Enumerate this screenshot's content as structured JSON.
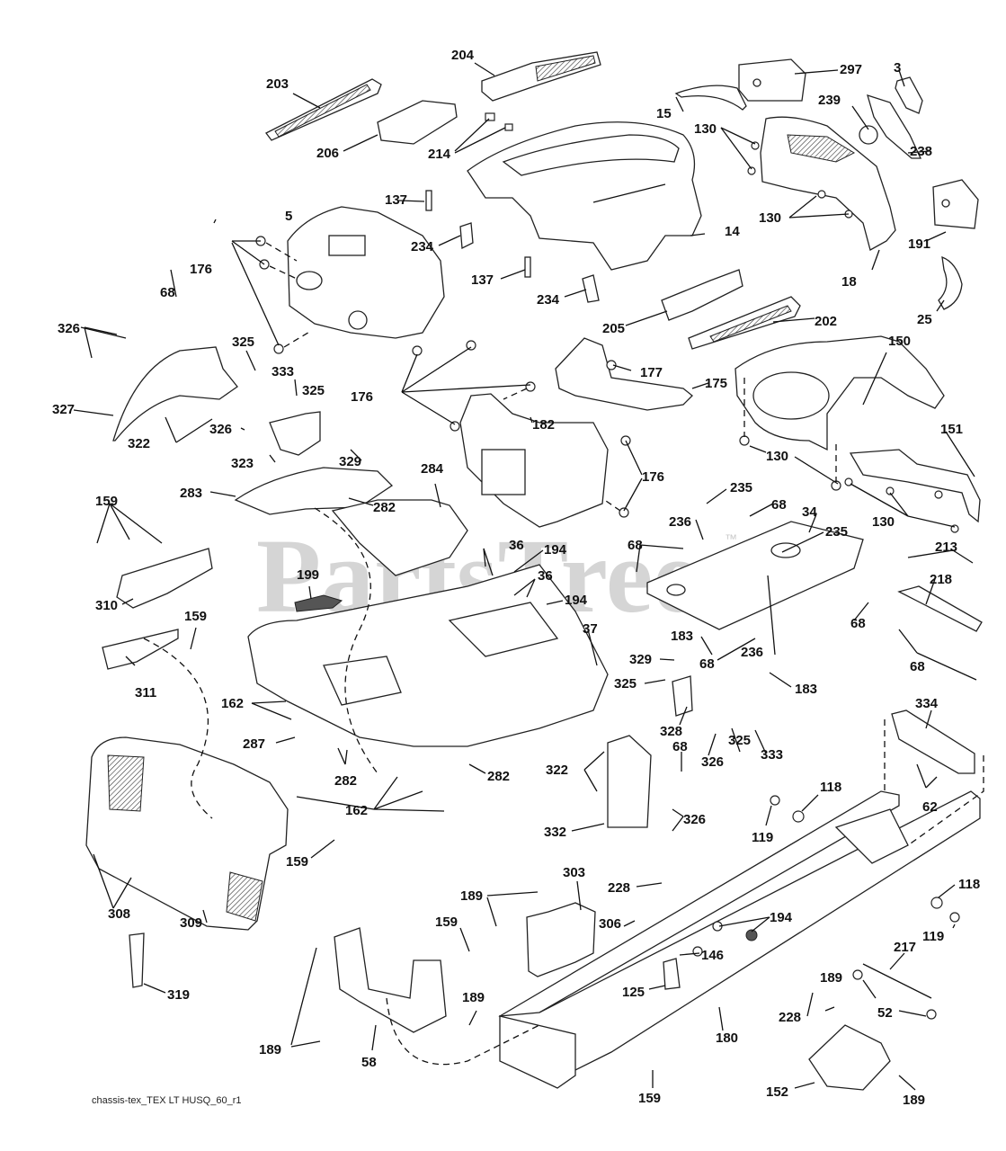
{
  "diagram": {
    "title": "Chassis / Enclosures exploded parts diagram",
    "caption": "chassis-tex_TEX LT HUSQ_60_r1",
    "watermark": {
      "text": "PartsTree",
      "trademark": "™",
      "color": "#c8c8c8"
    },
    "colors": {
      "line": "#111111",
      "background": "#ffffff"
    },
    "callouts": [
      {
        "id": "c203",
        "label": "203"
      },
      {
        "id": "c204",
        "label": "204"
      },
      {
        "id": "c206",
        "label": "206"
      },
      {
        "id": "c214",
        "label": "214"
      },
      {
        "id": "c297",
        "label": "297"
      },
      {
        "id": "c3",
        "label": "3"
      },
      {
        "id": "c15",
        "label": "15"
      },
      {
        "id": "c239",
        "label": "239"
      },
      {
        "id": "c130a",
        "label": "130"
      },
      {
        "id": "c238",
        "label": "238"
      },
      {
        "id": "c137a",
        "label": "137"
      },
      {
        "id": "c5",
        "label": "5"
      },
      {
        "id": "c130b",
        "label": "130"
      },
      {
        "id": "c191",
        "label": "191"
      },
      {
        "id": "c234a",
        "label": "234"
      },
      {
        "id": "c14",
        "label": "14"
      },
      {
        "id": "c176a",
        "label": "176"
      },
      {
        "id": "c137b",
        "label": "137"
      },
      {
        "id": "c18",
        "label": "18"
      },
      {
        "id": "c234b",
        "label": "234"
      },
      {
        "id": "c68a",
        "label": "68"
      },
      {
        "id": "c25",
        "label": "25"
      },
      {
        "id": "c205",
        "label": "205"
      },
      {
        "id": "c202",
        "label": "202"
      },
      {
        "id": "c326a",
        "label": "326"
      },
      {
        "id": "c325a",
        "label": "325"
      },
      {
        "id": "c150",
        "label": "150"
      },
      {
        "id": "c177",
        "label": "177"
      },
      {
        "id": "c333a",
        "label": "333"
      },
      {
        "id": "c325b",
        "label": "325"
      },
      {
        "id": "c327",
        "label": "327"
      },
      {
        "id": "c176b",
        "label": "176"
      },
      {
        "id": "c175",
        "label": "175"
      },
      {
        "id": "c322a",
        "label": "322"
      },
      {
        "id": "c326b",
        "label": "326"
      },
      {
        "id": "c182",
        "label": "182"
      },
      {
        "id": "c151",
        "label": "151"
      },
      {
        "id": "c323",
        "label": "323"
      },
      {
        "id": "c329a",
        "label": "329"
      },
      {
        "id": "c130c",
        "label": "130"
      },
      {
        "id": "c284",
        "label": "284"
      },
      {
        "id": "c176c",
        "label": "176"
      },
      {
        "id": "c159a",
        "label": "159"
      },
      {
        "id": "c235a",
        "label": "235"
      },
      {
        "id": "c283",
        "label": "283"
      },
      {
        "id": "c282a",
        "label": "282"
      },
      {
        "id": "c68b",
        "label": "68"
      },
      {
        "id": "c130d",
        "label": "130"
      },
      {
        "id": "c236a",
        "label": "236"
      },
      {
        "id": "c34",
        "label": "34"
      },
      {
        "id": "c235b",
        "label": "235"
      },
      {
        "id": "c213",
        "label": "213"
      },
      {
        "id": "c36a",
        "label": "36"
      },
      {
        "id": "c68c",
        "label": "68"
      },
      {
        "id": "c194a",
        "label": "194"
      },
      {
        "id": "c218",
        "label": "218"
      },
      {
        "id": "c36b",
        "label": "36"
      },
      {
        "id": "c199",
        "label": "199"
      },
      {
        "id": "c310",
        "label": "310"
      },
      {
        "id": "c194b",
        "label": "194"
      },
      {
        "id": "c68d",
        "label": "68"
      },
      {
        "id": "c159b",
        "label": "159"
      },
      {
        "id": "c37",
        "label": "37"
      },
      {
        "id": "c183a",
        "label": "183"
      },
      {
        "id": "c68e",
        "label": "68"
      },
      {
        "id": "c236b",
        "label": "236"
      },
      {
        "id": "c68f",
        "label": "68"
      },
      {
        "id": "c311",
        "label": "311"
      },
      {
        "id": "c329b",
        "label": "329"
      },
      {
        "id": "c183b",
        "label": "183"
      },
      {
        "id": "c162a",
        "label": "162"
      },
      {
        "id": "c325c",
        "label": "325"
      },
      {
        "id": "c334",
        "label": "334"
      },
      {
        "id": "c328",
        "label": "328"
      },
      {
        "id": "c287",
        "label": "287"
      },
      {
        "id": "c326c",
        "label": "326"
      },
      {
        "id": "c325d",
        "label": "325"
      },
      {
        "id": "c333b",
        "label": "333"
      },
      {
        "id": "c68g",
        "label": "68"
      },
      {
        "id": "c322b",
        "label": "322"
      },
      {
        "id": "c282b",
        "label": "282"
      },
      {
        "id": "c282c",
        "label": "282"
      },
      {
        "id": "c118a",
        "label": "118"
      },
      {
        "id": "c62",
        "label": "62"
      },
      {
        "id": "c162b",
        "label": "162"
      },
      {
        "id": "c326d",
        "label": "326"
      },
      {
        "id": "c119a",
        "label": "119"
      },
      {
        "id": "c332",
        "label": "332"
      },
      {
        "id": "c159c",
        "label": "159"
      },
      {
        "id": "c303",
        "label": "303"
      },
      {
        "id": "c228a",
        "label": "228"
      },
      {
        "id": "c118b",
        "label": "118"
      },
      {
        "id": "c308",
        "label": "308"
      },
      {
        "id": "c189a",
        "label": "189"
      },
      {
        "id": "c194c",
        "label": "194"
      },
      {
        "id": "c309",
        "label": "309"
      },
      {
        "id": "c159d",
        "label": "159"
      },
      {
        "id": "c306",
        "label": "306"
      },
      {
        "id": "c119b",
        "label": "119"
      },
      {
        "id": "c146",
        "label": "146"
      },
      {
        "id": "c217",
        "label": "217"
      },
      {
        "id": "c319",
        "label": "319"
      },
      {
        "id": "c125",
        "label": "125"
      },
      {
        "id": "c189b",
        "label": "189"
      },
      {
        "id": "c189c",
        "label": "189"
      },
      {
        "id": "c228b",
        "label": "228"
      },
      {
        "id": "c52",
        "label": "52"
      },
      {
        "id": "c189d",
        "label": "189"
      },
      {
        "id": "c58",
        "label": "58"
      },
      {
        "id": "c180",
        "label": "180"
      },
      {
        "id": "c152",
        "label": "152"
      },
      {
        "id": "c159e",
        "label": "159"
      },
      {
        "id": "c189e",
        "label": "189"
      }
    ]
  }
}
